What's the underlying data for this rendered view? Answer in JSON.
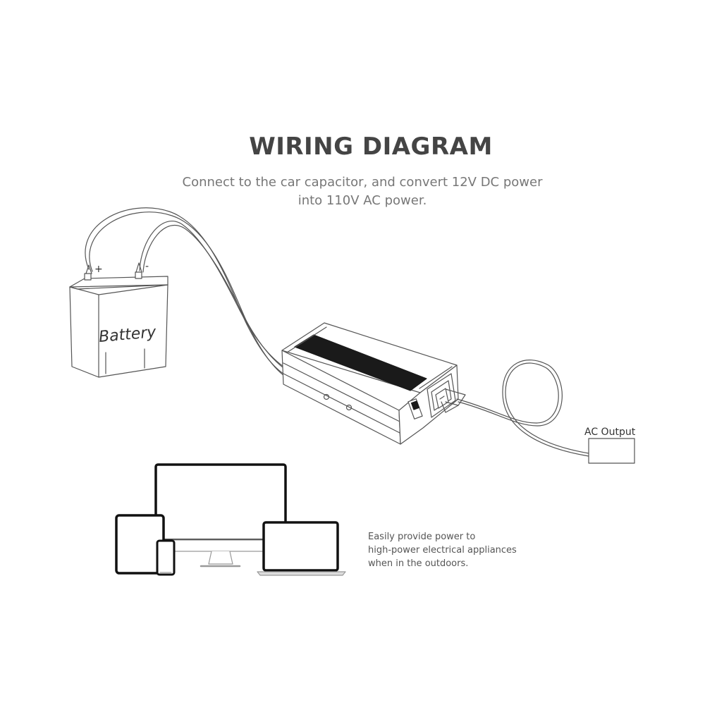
{
  "header": {
    "title": "WIRING DIAGRAM",
    "subtitle_line1": "Connect to the car capacitor, and convert 12V DC power",
    "subtitle_line2": "into 110V AC power."
  },
  "battery": {
    "label": "Battery",
    "positive_terminal": "+",
    "negative_terminal": "-"
  },
  "output": {
    "label": "AC Output"
  },
  "footer_note": {
    "line1": "Easily provide power to",
    "line2": "high-power electrical appliances",
    "line3": "when in the outdoors."
  },
  "colors": {
    "title": "#444444",
    "subtitle": "#777777",
    "stroke": "#555555",
    "panel": "#1a1a1a"
  }
}
